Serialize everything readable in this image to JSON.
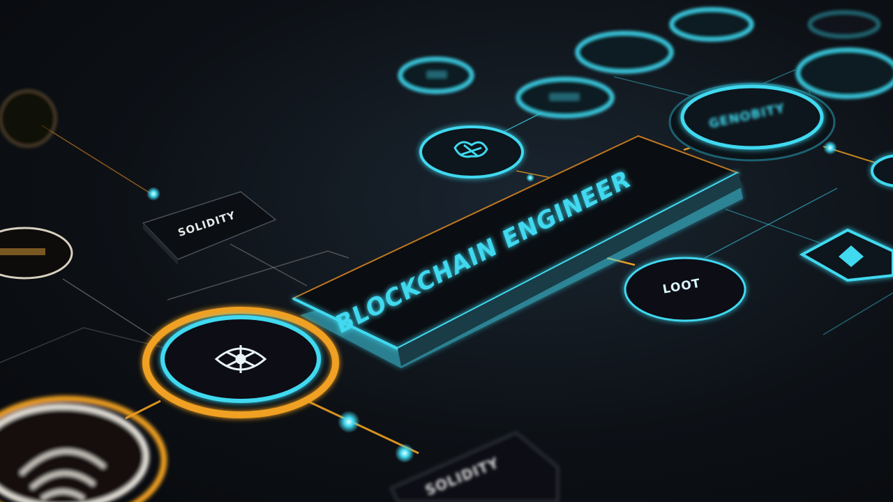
{
  "title_tile": {
    "text": "BLOCKCHAIN ENGINEER"
  },
  "tiles": [
    {
      "text": "SOLIDITY"
    },
    {
      "text": "SOLIDITY"
    }
  ],
  "nodes": [
    {
      "text": "LOOT"
    },
    {
      "text": "GENOBITY"
    }
  ],
  "colors": {
    "cyan": "#3fd9f0",
    "orange": "#f0a020",
    "background": "#0d1116",
    "tile": "#0b0e12"
  },
  "icons": [
    "brain-icon",
    "circuit-flower-icon",
    "fingerprint-icon",
    "diamond-icon"
  ]
}
